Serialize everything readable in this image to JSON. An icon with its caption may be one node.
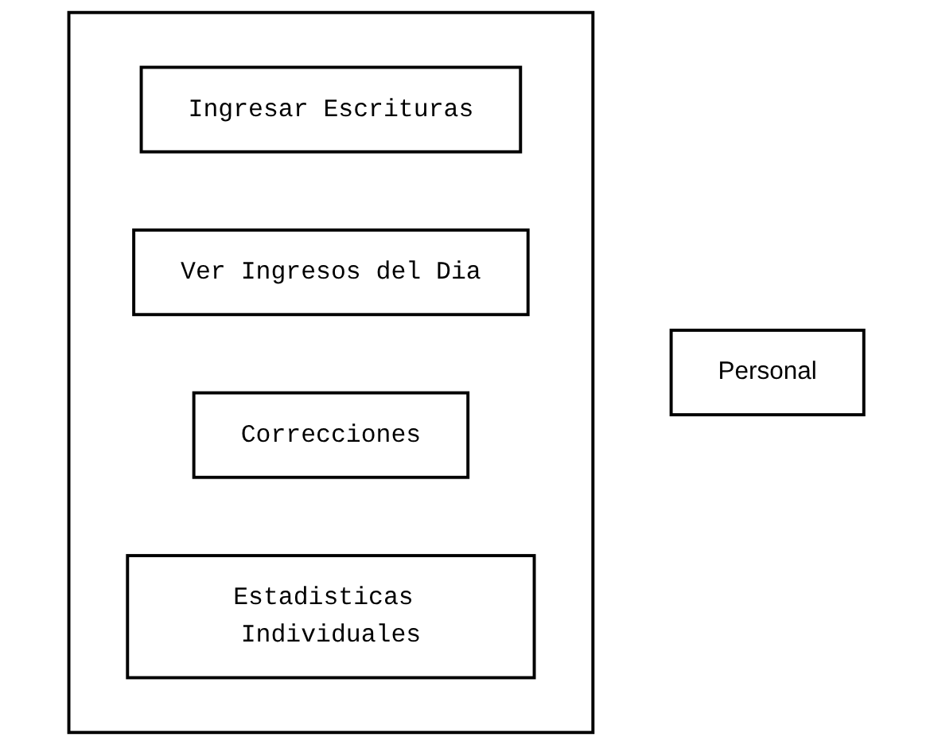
{
  "diagram": {
    "nodes": [
      {
        "text": [
          "Personal"
        ]
      },
      {
        "text": [],
        "shape": "folder"
      },
      {
        "text": [
          "Ingresar Escrituras"
        ],
        "in": 1
      },
      {
        "text": [
          "Ver Ingresos del Dia"
        ],
        "in": 1
      },
      {
        "text": [
          "Correcciones"
        ],
        "in": 1
      },
      {
        "text": [
          "Estadisticas Individuales"
        ],
        "in": 1
      }
    ]
  }
}
